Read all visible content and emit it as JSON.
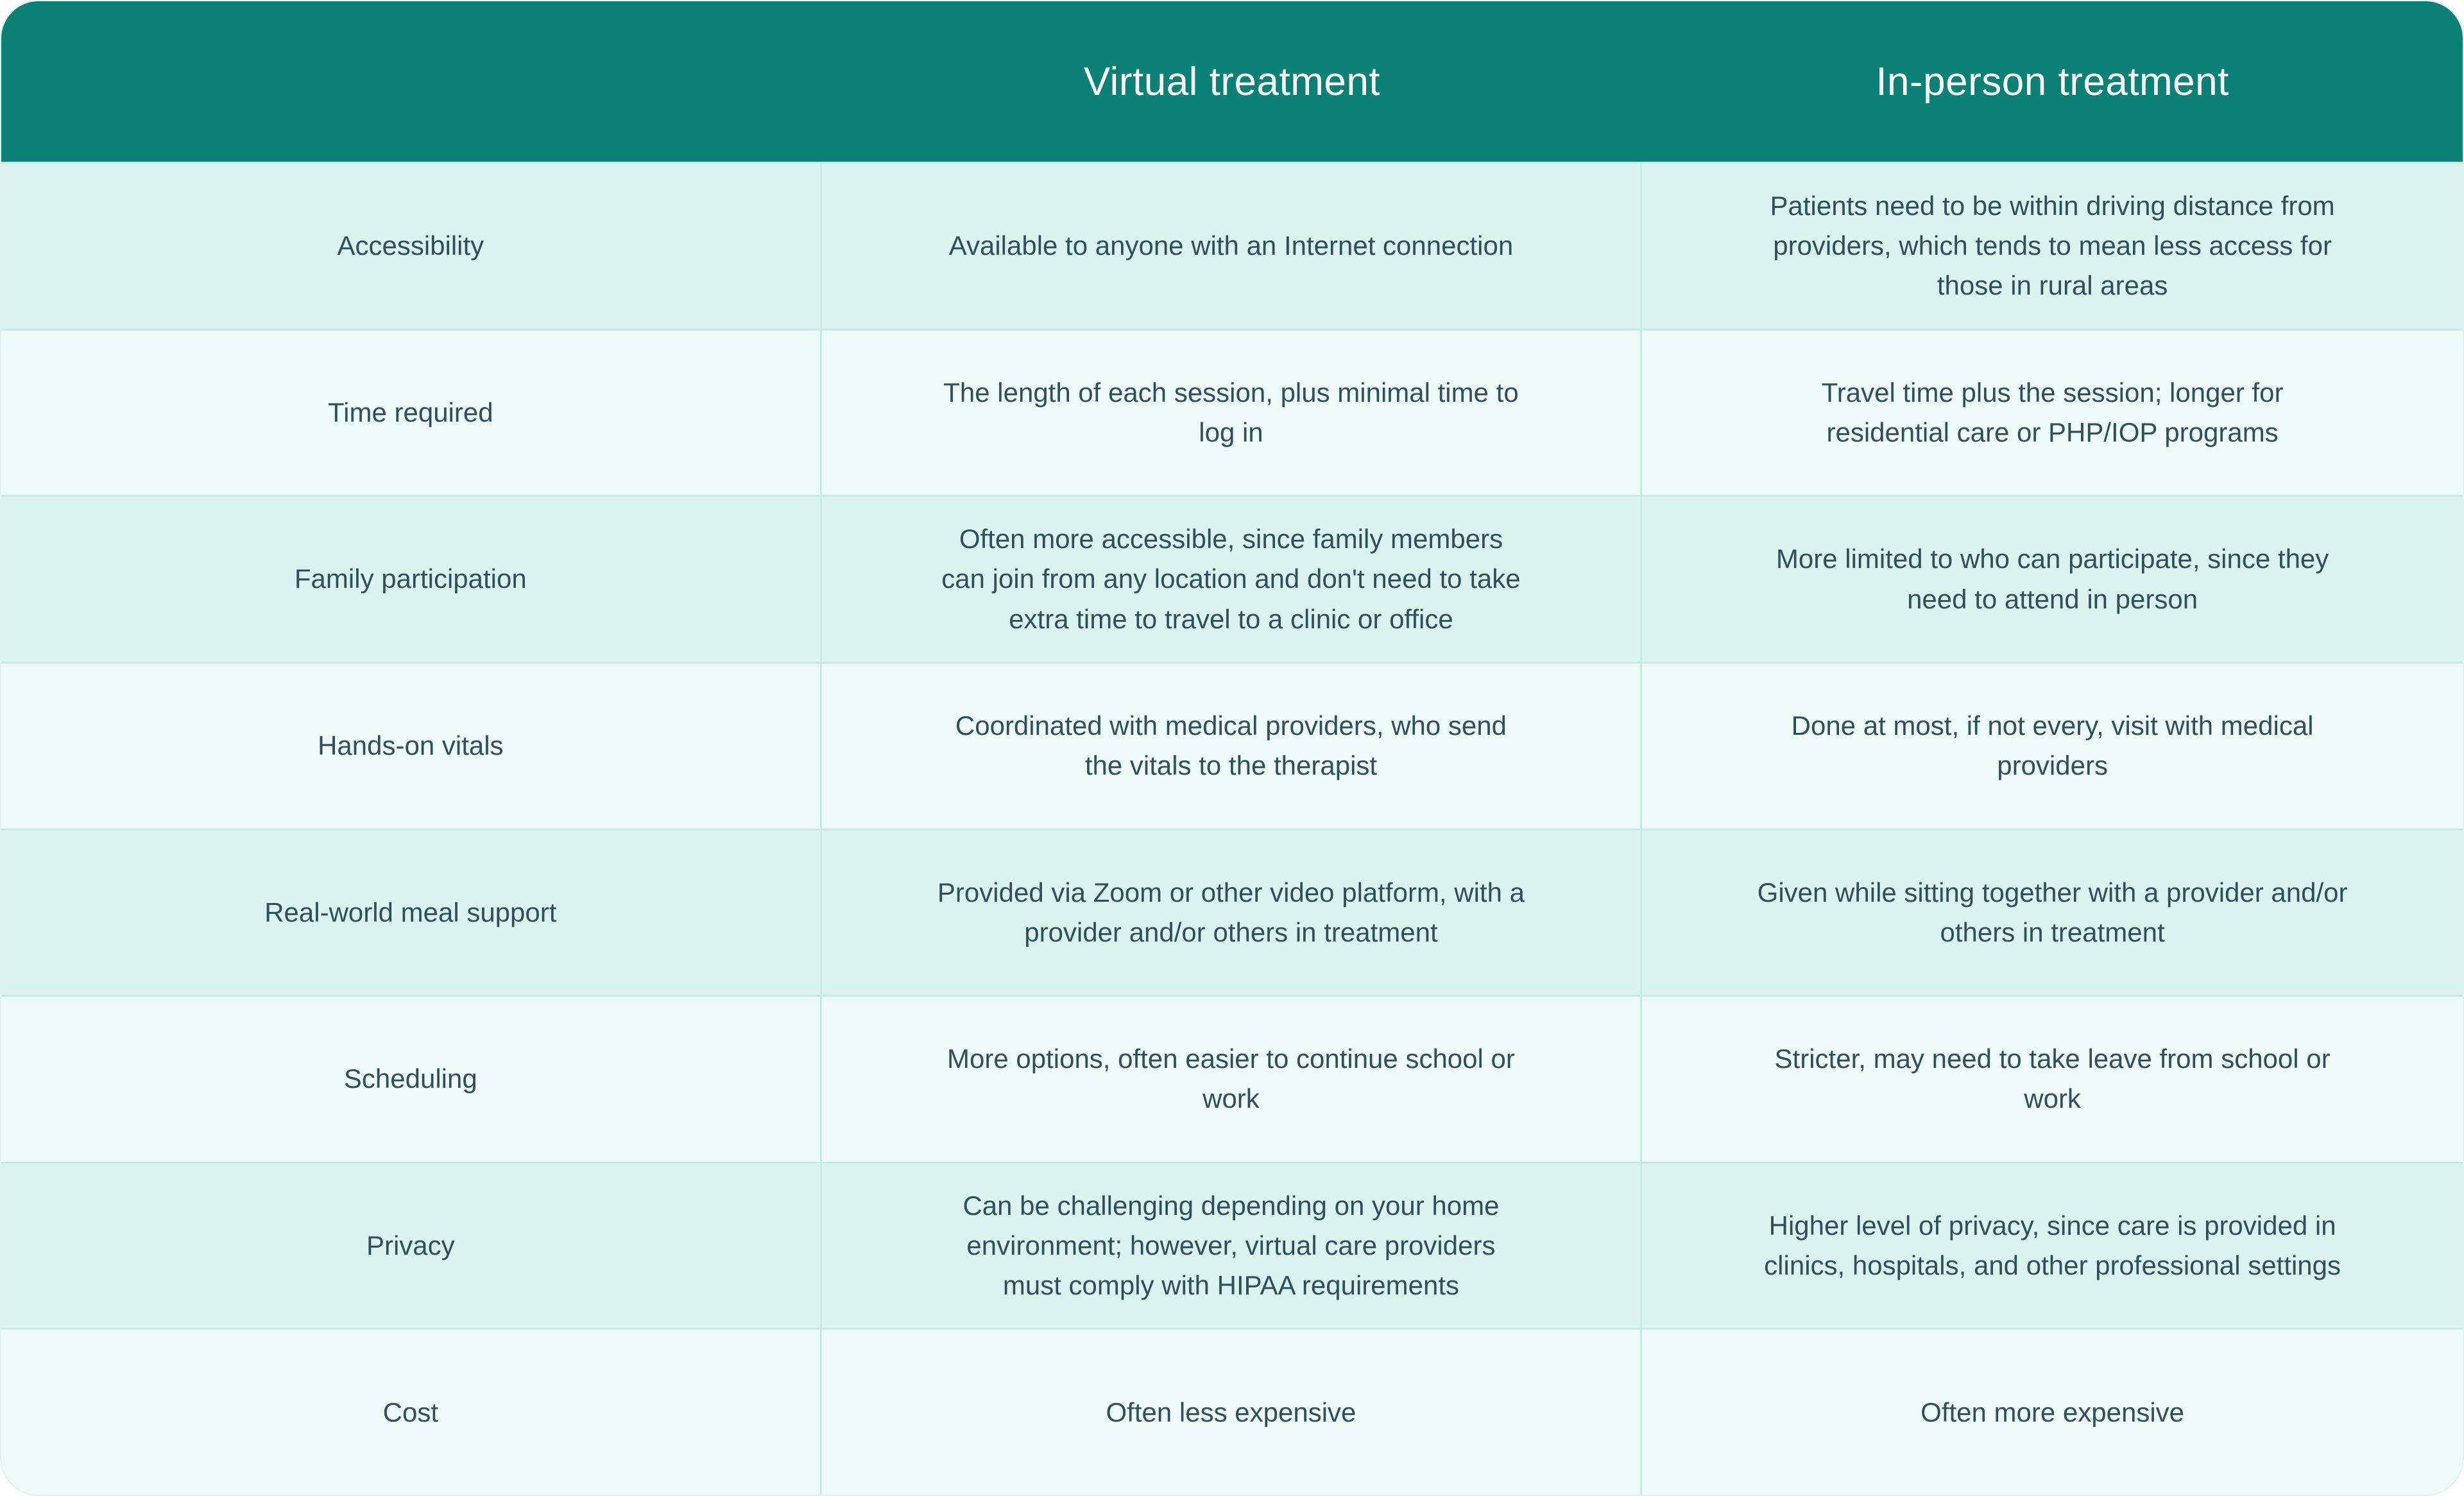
{
  "table": {
    "columns": [
      "Virtual treatment",
      "In-person treatment"
    ],
    "rows": [
      {
        "label": "Accessibility",
        "virtual": "Available to anyone with an Internet connection",
        "in_person": "Patients need to be within driving distance from providers, which tends to mean less access for those in rural areas"
      },
      {
        "label": "Time required",
        "virtual": "The length of each session, plus minimal time to log in",
        "in_person": "Travel time plus the session; longer for residential care or PHP/IOP programs"
      },
      {
        "label": "Family participation",
        "virtual": "Often more accessible, since family members can join from any location and don't need to take extra time to travel to a clinic or office",
        "in_person": "More limited to who can participate, since they need to attend in person"
      },
      {
        "label": "Hands-on vitals",
        "virtual": "Coordinated with medical providers, who send the vitals to the therapist",
        "in_person": "Done at most, if not every, visit with medical providers"
      },
      {
        "label": "Real-world meal support",
        "virtual": "Provided via Zoom or other video platform, with a provider and/or others in treatment",
        "in_person": "Given while sitting together with a provider and/or others in treatment"
      },
      {
        "label": "Scheduling",
        "virtual": "More options, often easier to continue school or work",
        "in_person": "Stricter, may need to take leave from school or work"
      },
      {
        "label": "Privacy",
        "virtual": "Can be challenging depending on your home environment; however, virtual care providers must comply with HIPAA requirements",
        "in_person": "Higher level of privacy, since care is provided in clinics, hospitals, and other professional settings"
      },
      {
        "label": "Cost",
        "virtual": "Often less expensive",
        "in_person": "Often more expensive"
      }
    ],
    "colors": {
      "header_bg": "#0a8174",
      "header_text": "#ffffff",
      "row_odd_bg": "#dbf3ef",
      "row_even_bg": "#eefaf8",
      "border": "#c6ebe5",
      "cell_text": "#2f4f5c"
    }
  }
}
